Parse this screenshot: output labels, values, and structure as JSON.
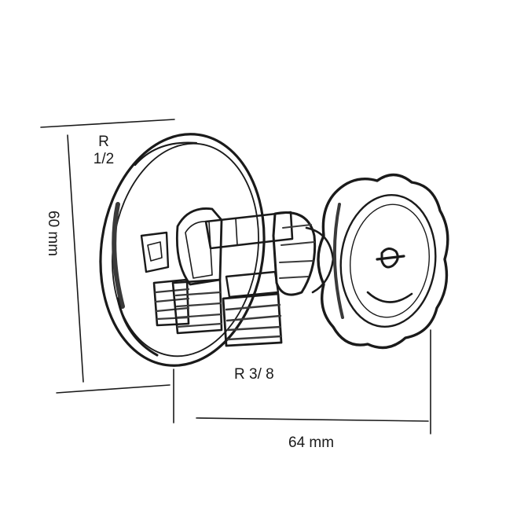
{
  "labels": {
    "thread_inlet_line1": "R",
    "thread_inlet_line2": "1/2",
    "height": "60 mm",
    "thread_outlet": "R 3/ 8",
    "width": "64 mm"
  },
  "colors": {
    "line": "#1a1a1a",
    "shade": "#3a3a3a",
    "background": "#ffffff"
  }
}
